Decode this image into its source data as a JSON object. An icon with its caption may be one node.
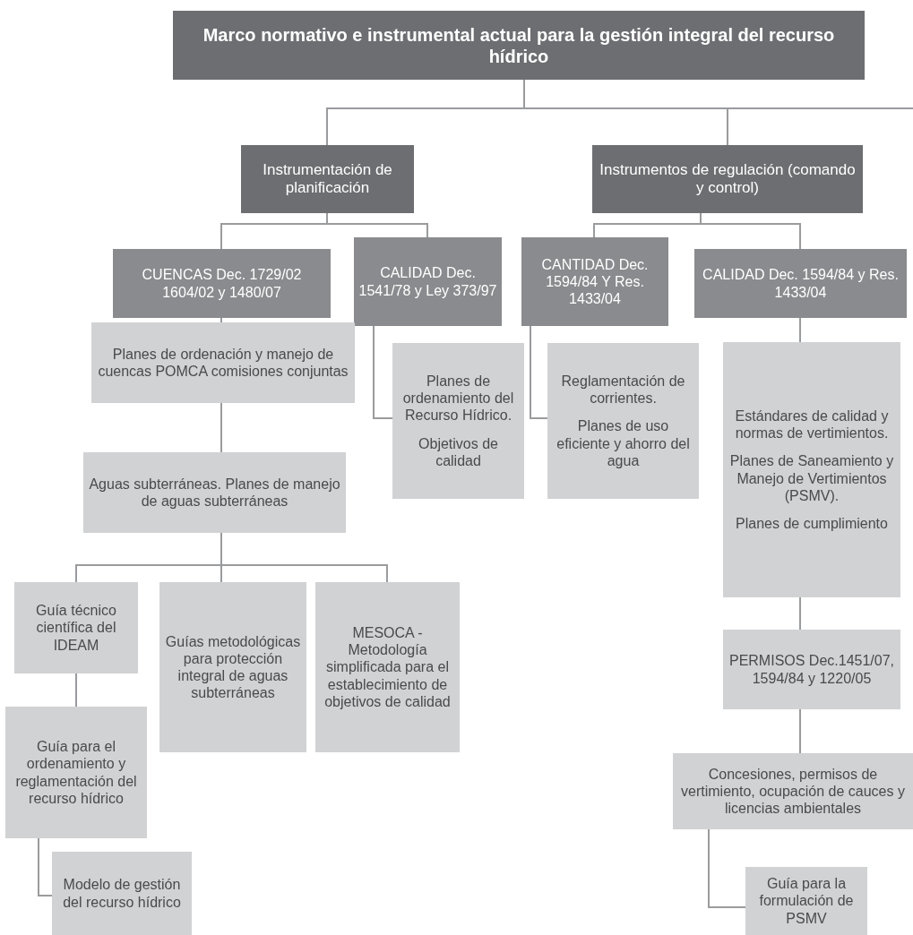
{
  "diagram": {
    "nodes": [
      {
        "text": [
          "Marco normativo e instrumental actual para la gestión integral del recurso hídrico"
        ]
      },
      {
        "text": [
          "Instrumentación de planificación"
        ]
      },
      {
        "text": [
          "Instrumentos de regulación (comando y control)"
        ]
      },
      {
        "text": [
          "CUENCAS Dec. 1729/02 1604/02 y 1480/07"
        ]
      },
      {
        "text": [
          "CALIDAD Dec. 1541/78 y Ley 373/97"
        ]
      },
      {
        "text": [
          "CANTIDAD Dec. 1594/84 Y Res. 1433/04"
        ]
      },
      {
        "text": [
          "CALIDAD Dec. 1594/84 y Res. 1433/04"
        ]
      },
      {
        "text": [
          "Planes de ordenación y manejo de cuencas POMCA comisiones conjuntas"
        ]
      },
      {
        "text": [
          "Planes de ordenamiento del Recurso Hídrico.",
          "Objetivos de calidad"
        ]
      },
      {
        "text": [
          "Reglamentación de corrientes.",
          "Planes de uso eficiente y ahorro del agua"
        ]
      },
      {
        "text": [
          "Estándares de calidad y normas de vertimientos.",
          "Planes de Saneamiento y Manejo de Vertimientos (PSMV).",
          "Planes de cumplimiento"
        ]
      },
      {
        "text": [
          "Aguas subterráneas. Planes de manejo de aguas subterráneas"
        ]
      },
      {
        "text": [
          "Guía técnico científica del IDEAM"
        ]
      },
      {
        "text": [
          "Guías metodológicas para protección integral de aguas subterráneas"
        ]
      },
      {
        "text": [
          "MESOCA - Metodología simplificada para el establecimiento de objetivos de calidad"
        ]
      },
      {
        "text": [
          "Guía para el ordenamiento y reglamentación del recurso hídrico"
        ]
      },
      {
        "text": [
          "Modelo de gestión del recurso hídrico"
        ]
      },
      {
        "text": [
          "PERMISOS Dec.1451/07, 1594/84 y 1220/05"
        ]
      },
      {
        "text": [
          "Concesiones, permisos de vertimiento, ocupación de cauces y licencias ambientales"
        ]
      },
      {
        "text": [
          "Guía para la formulación de PSMV"
        ]
      }
    ],
    "edges": [
      {
        "from": 0,
        "to": 1,
        "arrow": "none"
      },
      {
        "from": 0,
        "to": 2,
        "arrow": "none"
      },
      {
        "from": 0,
        "to": null,
        "arrow": "none"
      },
      {
        "from": 1,
        "to": 3,
        "arrow": "none"
      },
      {
        "from": 1,
        "to": 4,
        "arrow": "none"
      },
      {
        "from": 2,
        "to": 5,
        "arrow": "none"
      },
      {
        "from": 2,
        "to": 6,
        "arrow": "none"
      },
      {
        "from": 3,
        "to": 7,
        "arrow": "none"
      },
      {
        "from": 4,
        "to": 8,
        "arrow": "none"
      },
      {
        "from": 5,
        "to": 9,
        "arrow": "none"
      },
      {
        "from": 6,
        "to": 10,
        "arrow": "none"
      },
      {
        "from": 7,
        "to": 11,
        "arrow": "none"
      },
      {
        "from": 11,
        "to": 12,
        "arrow": "none"
      },
      {
        "from": 11,
        "to": 13,
        "arrow": "none"
      },
      {
        "from": 11,
        "to": 14,
        "arrow": "none"
      },
      {
        "from": 12,
        "to": 15,
        "arrow": "none"
      },
      {
        "from": 15,
        "to": 16,
        "arrow": "none"
      },
      {
        "from": 10,
        "to": 17,
        "arrow": "none"
      },
      {
        "from": 17,
        "to": 18,
        "arrow": "none"
      },
      {
        "from": 18,
        "to": 19,
        "arrow": "none"
      }
    ]
  }
}
